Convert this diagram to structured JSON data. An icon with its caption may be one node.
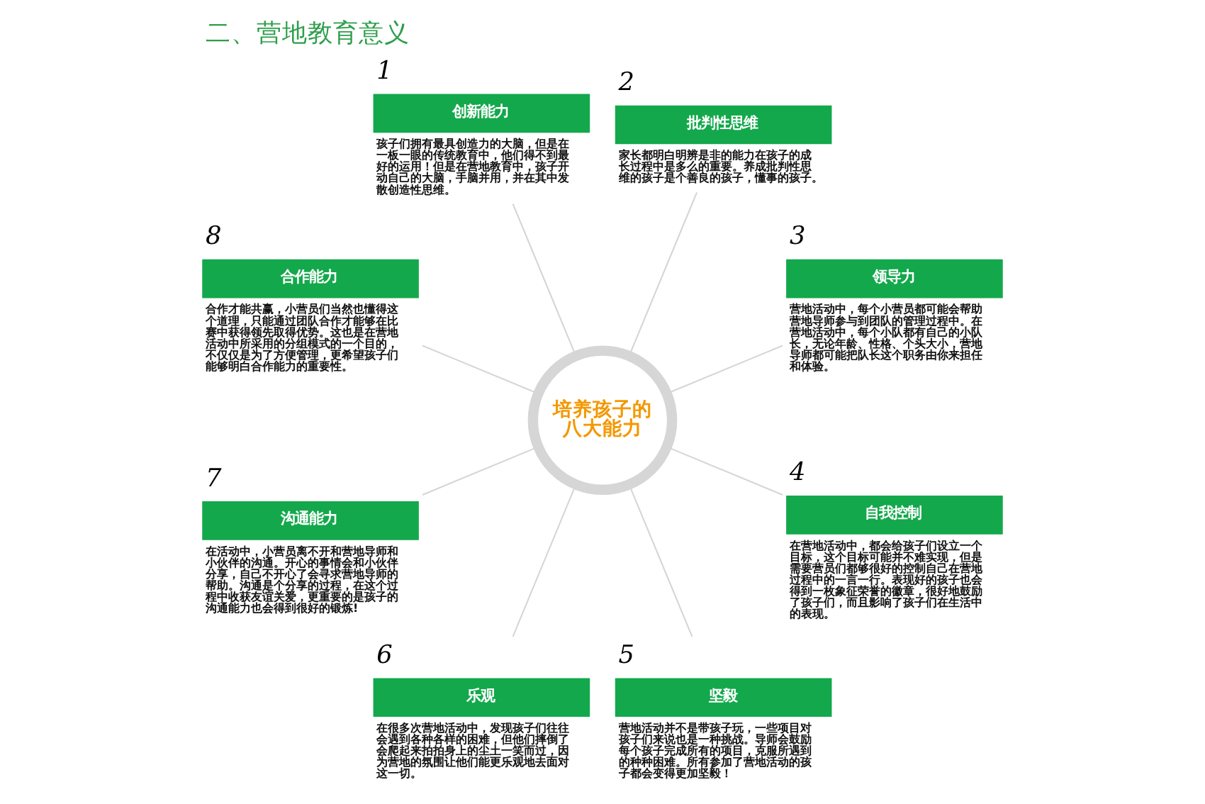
{
  "diagram": {
    "title": "二、营地教育意义",
    "nodes": [
      {
        "text": [
          "培养孩子的八大能力"
        ]
      },
      {
        "text": [
          "创新能力"
        ],
        "beside": [
          "1",
          "孩子们拥有最具创造力的大脑，但是在一板一眼的传统教育中，他们得不到最好的运用！但是在营地教育中，孩子开动自己的大脑，手脑并用，并在其中发散创造性思维。"
        ]
      },
      {
        "text": [
          "批判性思维"
        ],
        "beside": [
          "2",
          "家长都明白明辨是非的能力在孩子的成长过程中是多么的重要。养成批判性思维的孩子是个善良的孩子，懂事的孩子。"
        ]
      },
      {
        "text": [
          "领导力"
        ],
        "beside": [
          "3",
          "营地活动中，每个小营员都可能会帮助营地导师参与到团队的管理过程中。在营地活动中，每个小队都有自己的小队长，无论年龄、性格、个头大小，营地导师都可能把队长这个职务由你来担任和体验。"
        ]
      },
      {
        "text": [
          "自我控制"
        ],
        "beside": [
          "4",
          "在营地活动中，都会给孩子们设立一个目标，这个目标可能并不难实现，但是需要营员们都够很好的控制自己在营地过程中的一言一行。表现好的孩子也会得到一枚象征荣誉的徽章，很好地鼓励了孩子们，而且影响了孩子们在生活中的表现。"
        ]
      },
      {
        "text": [
          "坚毅"
        ],
        "beside": [
          "5",
          "营地活动并不是带孩子玩，一些项目对孩子们来说也是一种挑战。导师会鼓励每个孩子完成所有的项目，克服所遇到的种种困难。所有参加了营地活动的孩子都会变得更加坚毅！"
        ]
      },
      {
        "text": [
          "乐观"
        ],
        "beside": [
          "6",
          "在很多次营地活动中，发现孩子们往往会遇到各种各样的困难，但他们摔倒了会爬起来拍拍身上的尘土一笑而过，因为营地的氛围让他们能更乐观地去面对这一切。"
        ]
      },
      {
        "text": [
          "沟通能力"
        ],
        "beside": [
          "7",
          "在活动中，小营员离不开和营地导师和小伙伴的沟通。开心的事情会和小伙伴分享，自己不开心了会寻求营地导师的帮助。沟通是个分享的过程，在这个过程中收获友谊关爱，更重要的是孩子的沟通能力也会得到很好的锻炼!"
        ]
      },
      {
        "text": [
          "合作能力"
        ],
        "beside": [
          "8",
          "合作才能共赢，小营员们当然也懂得这个道理，只能通过团队合作才能够在比赛中获得领先取得优势。这也是在营地活动中所采用的分组模式的一个目的，不仅仅是为了方便管理，更希望孩子们能够明白合作能力的重要性。"
        ]
      }
    ],
    "edges": [
      {
        "from": 0,
        "to": 1,
        "arrow": "none"
      },
      {
        "from": 0,
        "to": 2,
        "arrow": "none"
      },
      {
        "from": 0,
        "to": 3,
        "arrow": "none"
      },
      {
        "from": 0,
        "to": 4,
        "arrow": "none"
      },
      {
        "from": 0,
        "to": 5,
        "arrow": "none"
      },
      {
        "from": 0,
        "to": 6,
        "arrow": "none"
      },
      {
        "from": 0,
        "to": 7,
        "arrow": "none"
      },
      {
        "from": 0,
        "to": 8,
        "arrow": "none"
      }
    ]
  }
}
